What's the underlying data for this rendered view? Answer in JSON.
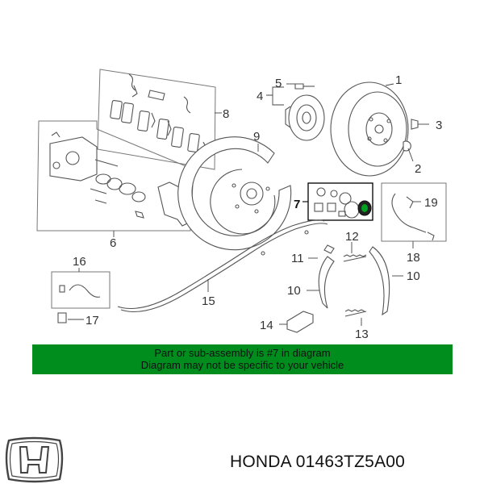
{
  "callouts": [
    "1",
    "2",
    "3",
    "4",
    "5",
    "6",
    "7",
    "8",
    "9",
    "10",
    "10",
    "11",
    "12",
    "13",
    "14",
    "15",
    "16",
    "17",
    "18",
    "19"
  ],
  "banner": {
    "line1": "Part or sub-assembly is #7 in diagram",
    "line2": "Diagram may not be specific to your vehicle"
  },
  "brand": {
    "name": "HONDA",
    "part_number": "01463TZ5A00",
    "logo": "honda-h-logo-icon"
  },
  "colors": {
    "banner": "#008d1e",
    "line": "#555555",
    "text": "#333333"
  }
}
